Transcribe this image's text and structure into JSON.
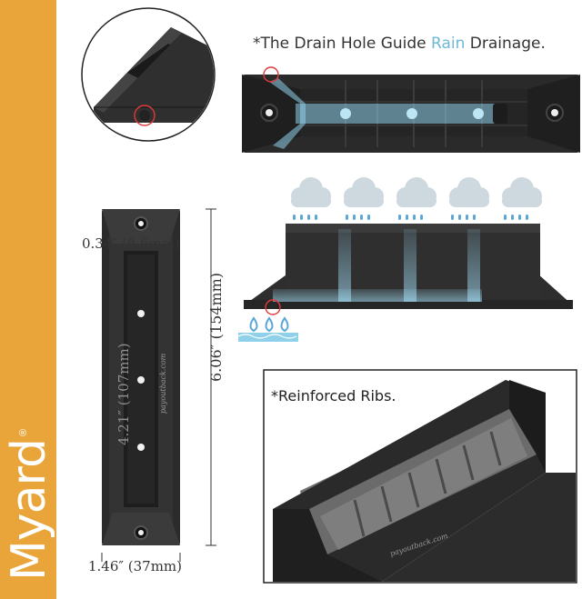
{
  "brand": {
    "name": "Myard",
    "registered": "®",
    "color": "#e9a53a"
  },
  "headline": {
    "prefix": "*The Drain Hole Guide ",
    "accent": "Rain",
    "suffix": " Drainage.",
    "accent_color": "#6fb7d6"
  },
  "ribs_label": "*Reinforced Ribs.",
  "dimensions": {
    "height_thickness": "0.34″ (8.6mm)",
    "width": "1.46″ (37mm)",
    "length_total": "6.06″ (154mm)",
    "length_inner": "4.21″ (107mm)"
  },
  "watermark": "payoutback.com",
  "colors": {
    "product": "#2b2b2b",
    "water": "#8fd0ea",
    "cloud": "#cdd8df",
    "rain": "#5aa8d8"
  }
}
